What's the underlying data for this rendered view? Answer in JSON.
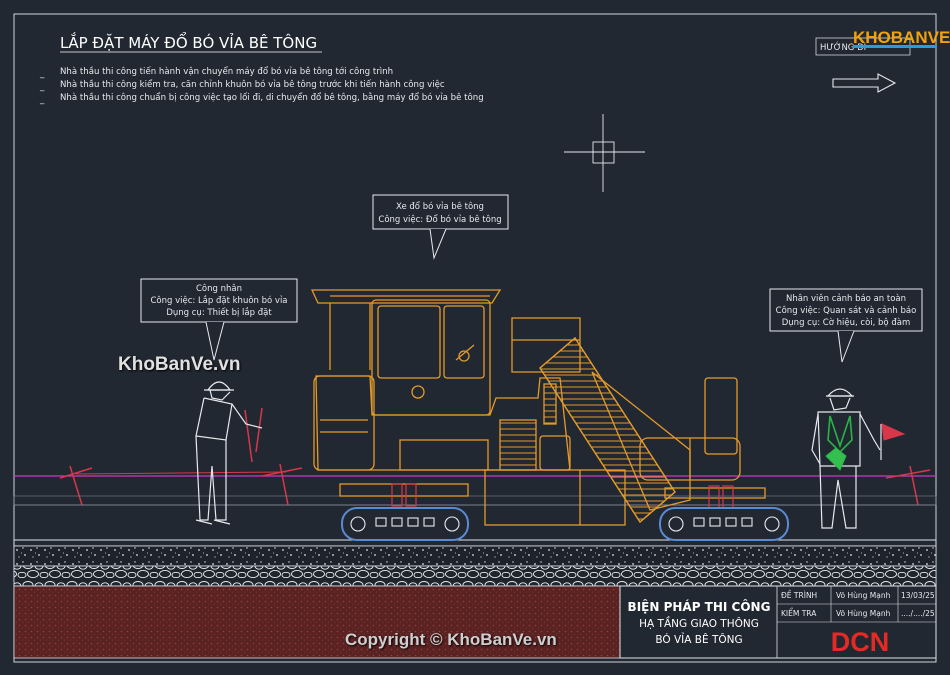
{
  "title": "LẮP ĐẶT MÁY ĐỔ BÓ VỈA BÊ TÔNG",
  "notes": [
    "Nhà thầu thi công tiến hành vận chuyển máy đổ bó vỉa bê tông tới công trình",
    "Nhà thầu thi công kiểm tra, căn chỉnh khuôn bó vỉa bê tông trước khi tiến hành công việc",
    "Nhà thầu thi công chuẩn bị công việc tạo lối đi, di chuyển đổ bê tông, bằng máy đổ bó vỉa bê tông"
  ],
  "note_bullet": "_",
  "direction_label": "HƯỚNG ĐI",
  "callouts": {
    "machine": [
      "Xe đổ bó vỉa bê tông",
      "Công việc: Đổ bó vỉa bê tông"
    ],
    "worker": [
      "Công nhân",
      "Công việc: Lắp đặt khuôn bó vỉa",
      "Dụng cụ: Thiết bị lắp đặt"
    ],
    "safety": [
      "Nhân viên cảnh báo an toàn",
      "Công việc: Quan sát và cảnh báo",
      "Dụng cụ: Cờ hiệu, còi, bộ đàm"
    ]
  },
  "title_block": {
    "main": "BIỆN PHÁP THI CÔNG",
    "sub1": "HẠ TẦNG GIAO THÔNG",
    "sub2": "BÓ VỈA BÊ TÔNG",
    "rows": [
      {
        "role": "ĐỀ TRÌNH",
        "name": "Võ Hùng Mạnh",
        "date": "13/03/25"
      },
      {
        "role": "KIỂM TRA",
        "name": "Võ Hùng Mạnh",
        "date": "..../..../25"
      }
    ],
    "brand": "DCN"
  },
  "watermarks": {
    "logo": "KHOBANVE",
    "middle": "KhoBanVe.vn",
    "copyright": "Copyright © KhoBanVe.vn"
  },
  "colors": {
    "background": "#222831",
    "machine": "#e39a2a",
    "track": "#5a8ad0",
    "rebar": "#d8364a",
    "line_magenta": "#c53cc5",
    "brand_red": "#e52a25"
  }
}
